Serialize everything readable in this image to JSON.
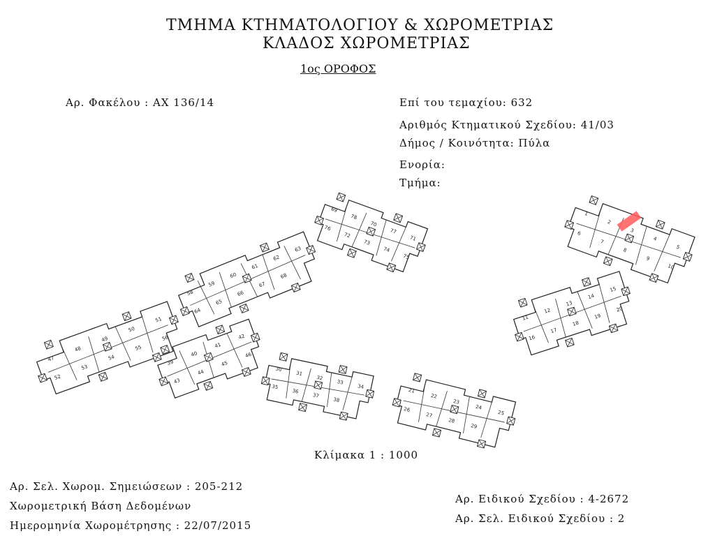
{
  "header": {
    "line1": "ΤΜΗΜΑ ΚΤΗΜΑΤΟΛΟΓΙΟΥ & ΧΩΡΟΜΕΤΡΙΑΣ",
    "line2": "ΚΛΑΔΟΣ ΧΩΡΟΜΕΤΡΙΑΣ",
    "floor": "1ος ΟΡΟΦΟΣ"
  },
  "info": {
    "file_no": "Αρ. Φακέλου : ΑΧ 136/14",
    "parcel": "Επί του τεμαχίου: 632",
    "plan_no": "Αριθμός Κτηματικού Σχεδίου: 41/03",
    "municipality": "Δήμος / Κοινότητα: Πύλα",
    "parish": "Ενορία:",
    "section": "Τμήμα:"
  },
  "scale": "Κλίμακα 1 : 1000",
  "footer": {
    "notes_pages": "Αρ. Σελ. Χωρομ. Σημειώσεων : 205-212",
    "database": "Χωρομετρική Βάση Δεδομένων",
    "survey_date": "Ημερομηνία Χωρομέτρησης : 22/07/2015",
    "special_plan": "Αρ. Ειδικού Σχεδίου : 4-2672",
    "special_plan_pages": "Αρ. Σελ. Ειδικού Σχεδίου : 2"
  },
  "plan": {
    "highlight_color": "#ff5a5a",
    "blocks": [
      {
        "name": "block-a",
        "units": [
          "69",
          "78",
          "70",
          "77",
          "71",
          "76",
          "72",
          "73",
          "74",
          "75"
        ]
      },
      {
        "name": "block-b",
        "units": [
          "1",
          "2",
          "3",
          "4",
          "5",
          "6",
          "7",
          "8",
          "9",
          "10"
        ]
      },
      {
        "name": "block-c",
        "units": [
          "58",
          "59",
          "60",
          "61",
          "62",
          "63",
          "64",
          "65",
          "66",
          "67",
          "68"
        ]
      },
      {
        "name": "block-d",
        "units": [
          "11",
          "12",
          "13",
          "14",
          "15",
          "16",
          "17",
          "18",
          "19",
          "20"
        ]
      },
      {
        "name": "block-e",
        "units": [
          "47",
          "48",
          "49",
          "50",
          "51",
          "52",
          "53",
          "54",
          "55",
          "56"
        ]
      },
      {
        "name": "block-f",
        "units": [
          "39",
          "40",
          "41",
          "42",
          "43",
          "44",
          "45",
          "46"
        ]
      },
      {
        "name": "block-g",
        "units": [
          "30",
          "31",
          "32",
          "33",
          "34",
          "35",
          "36",
          "37",
          "38"
        ]
      },
      {
        "name": "block-h",
        "units": [
          "21",
          "22",
          "23",
          "24",
          "25",
          "26",
          "27",
          "28",
          "29"
        ]
      }
    ]
  }
}
